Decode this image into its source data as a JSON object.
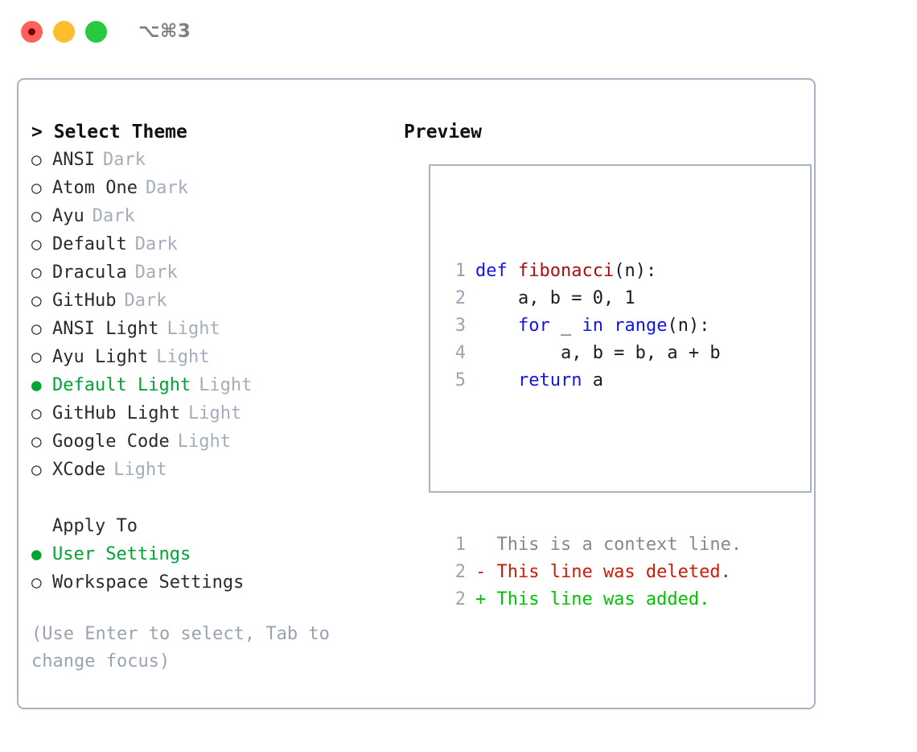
{
  "titlebar": {
    "shortcut": "⌥⌘3",
    "lights": [
      {
        "name": "close",
        "color": "#ff6058"
      },
      {
        "name": "minimize",
        "color": "#ffbd2e"
      },
      {
        "name": "maximize",
        "color": "#28c840"
      }
    ]
  },
  "theme_panel": {
    "heading": "> Select Theme",
    "items": [
      {
        "marker": "○",
        "name": "ANSI",
        "tag": "Dark",
        "selected": false
      },
      {
        "marker": "○",
        "name": "Atom One",
        "tag": "Dark",
        "selected": false
      },
      {
        "marker": "○",
        "name": "Ayu",
        "tag": "Dark",
        "selected": false
      },
      {
        "marker": "○",
        "name": "Default",
        "tag": "Dark",
        "selected": false
      },
      {
        "marker": "○",
        "name": "Dracula",
        "tag": "Dark",
        "selected": false
      },
      {
        "marker": "○",
        "name": "GitHub",
        "tag": "Dark",
        "selected": false
      },
      {
        "marker": "○",
        "name": "ANSI Light",
        "tag": "Light",
        "selected": false
      },
      {
        "marker": "○",
        "name": "Ayu Light",
        "tag": "Light",
        "selected": false
      },
      {
        "marker": "●",
        "name": "Default Light",
        "tag": "Light",
        "selected": true
      },
      {
        "marker": "○",
        "name": "GitHub Light",
        "tag": "Light",
        "selected": false
      },
      {
        "marker": "○",
        "name": "Google Code",
        "tag": "Light",
        "selected": false
      },
      {
        "marker": "○",
        "name": "XCode",
        "tag": "Light",
        "selected": false
      }
    ]
  },
  "apply_to": {
    "heading": "Apply To",
    "options": [
      {
        "marker": "●",
        "label": "User Settings",
        "selected": true
      },
      {
        "marker": "○",
        "label": "Workspace Settings",
        "selected": false
      }
    ]
  },
  "hint": "(Use Enter to select, Tab to\nchange focus)",
  "preview": {
    "heading": "Preview",
    "code_lines": [
      {
        "no": "1",
        "tokens": [
          {
            "t": "def ",
            "c": "kw"
          },
          {
            "t": "fibonacci",
            "c": "fn"
          },
          {
            "t": "(n):",
            "c": "txt"
          }
        ]
      },
      {
        "no": "2",
        "tokens": [
          {
            "t": "    a, b = 0, 1",
            "c": "txt"
          }
        ]
      },
      {
        "no": "3",
        "tokens": [
          {
            "t": "    ",
            "c": "txt"
          },
          {
            "t": "for",
            "c": "kw"
          },
          {
            "t": " _ ",
            "c": "txt"
          },
          {
            "t": "in",
            "c": "kw"
          },
          {
            "t": " ",
            "c": "txt"
          },
          {
            "t": "range",
            "c": "kw"
          },
          {
            "t": "(n):",
            "c": "txt"
          }
        ]
      },
      {
        "no": "4",
        "tokens": [
          {
            "t": "        a, b = b, a + b",
            "c": "txt"
          }
        ]
      },
      {
        "no": "5",
        "tokens": [
          {
            "t": "    ",
            "c": "txt"
          },
          {
            "t": "return",
            "c": "kw"
          },
          {
            "t": " a",
            "c": "txt"
          }
        ]
      }
    ],
    "diff_lines": [
      {
        "no": "1",
        "text": "  This is a context line.",
        "kind": "ctx"
      },
      {
        "no": "2",
        "text": "- This line was deleted.",
        "kind": "del"
      },
      {
        "no": "2",
        "text": "+ This line was added.",
        "kind": "add"
      }
    ]
  },
  "colors": {
    "selected_green": "#00a335",
    "keyword_blue": "#1414e6",
    "function_red": "#a81010",
    "diff_deleted": "#cc1a08",
    "diff_added": "#00c400",
    "muted_gray": "#a4adbb",
    "border": "#a9b3c1"
  }
}
